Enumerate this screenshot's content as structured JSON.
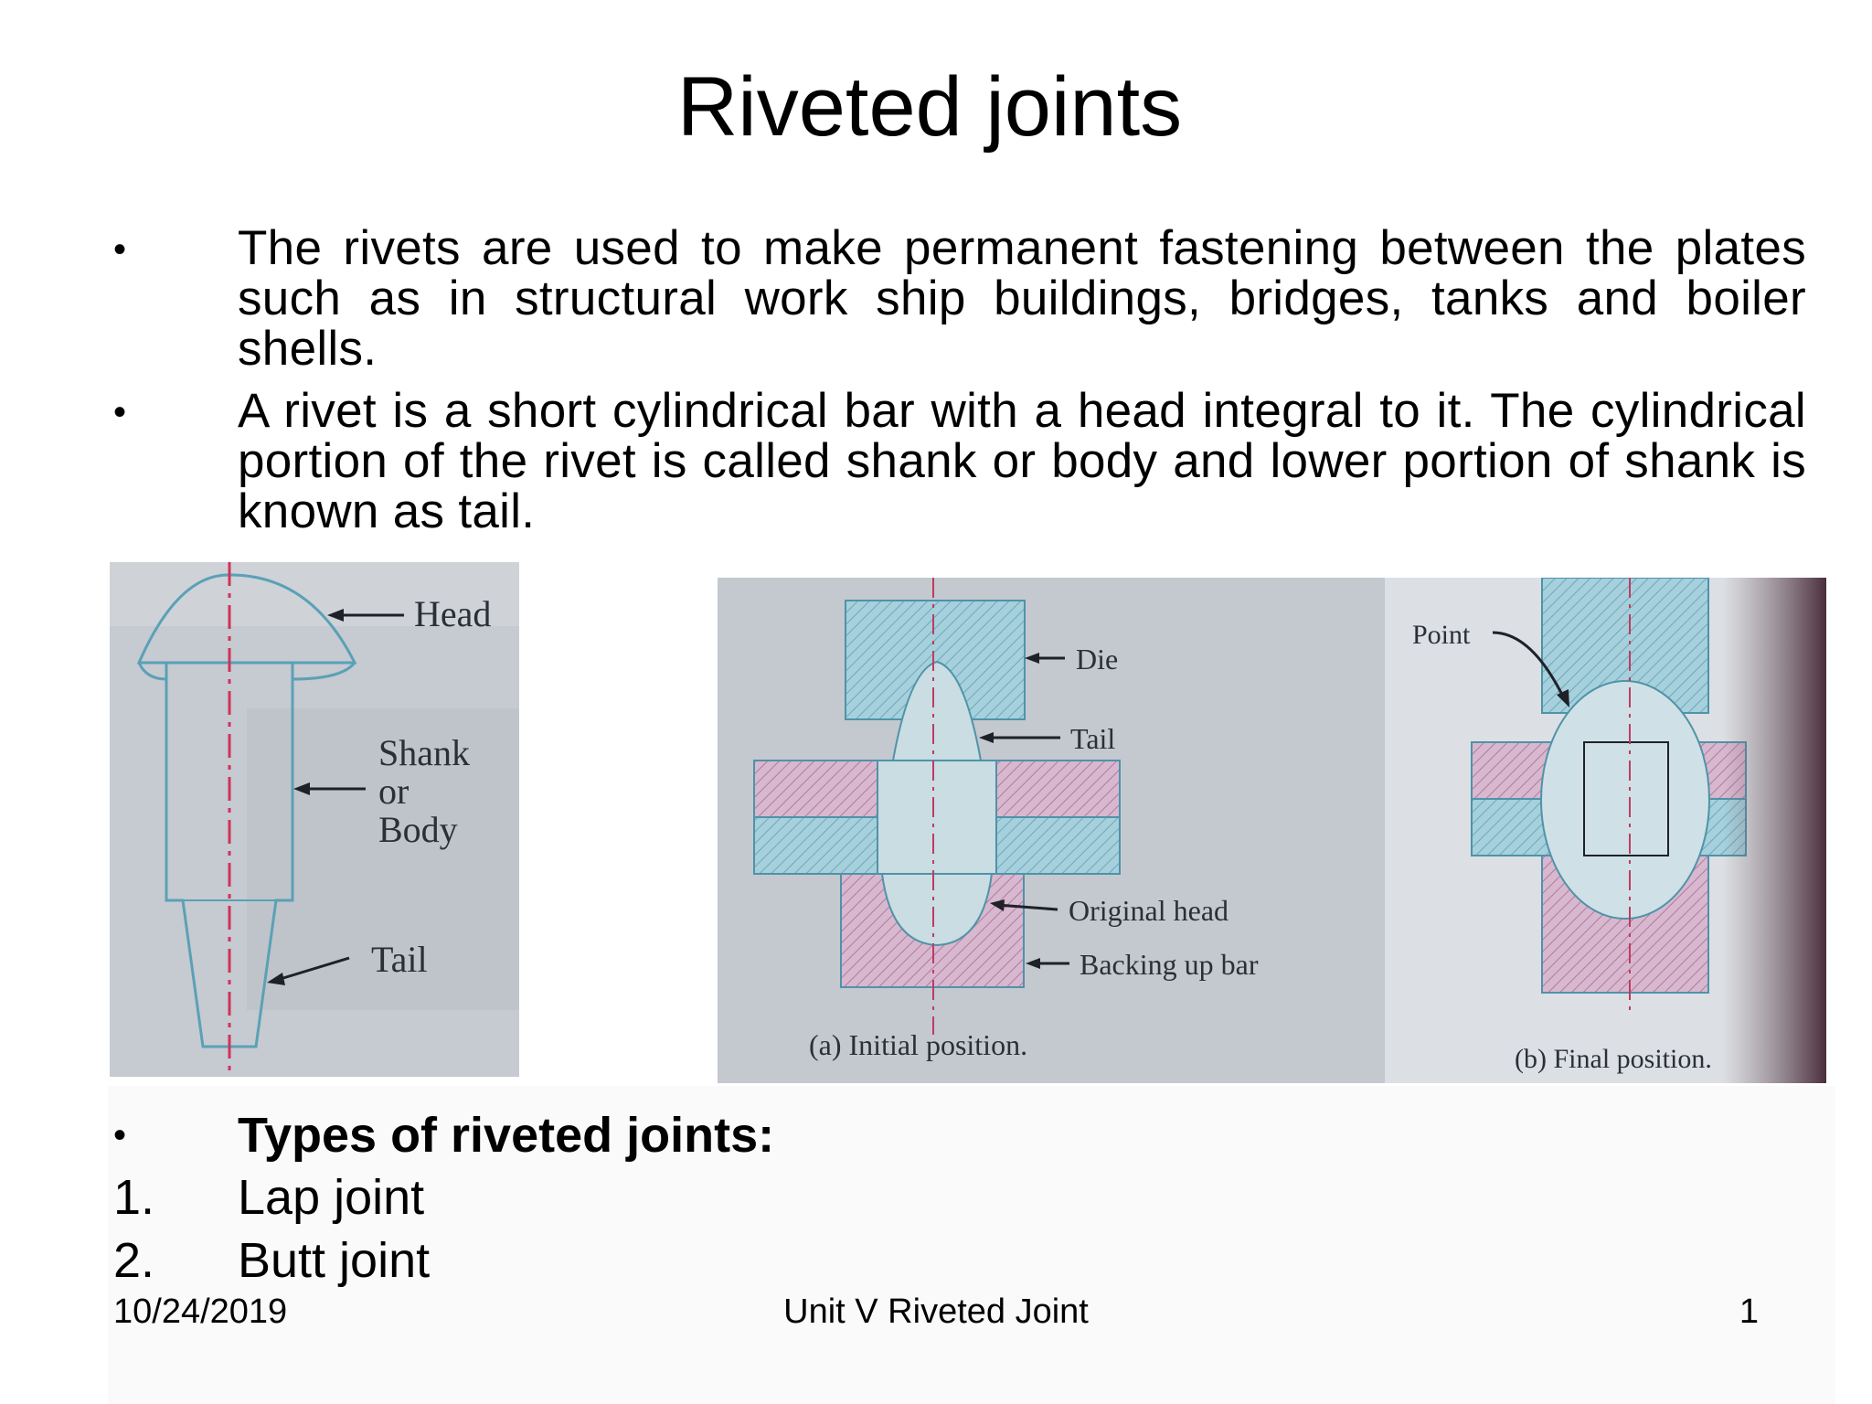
{
  "slide": {
    "title": "Riveted joints",
    "bullets": [
      "The rivets are used to make permanent fastening between the plates such as in structural work ship buildings, bridges, tanks and boiler shells.",
      "A rivet is a short cylindrical bar with a head integral to it. The cylindrical portion of the rivet is called shank or body and lower portion of shank is known as tail."
    ],
    "bullet_glyph": "•",
    "types_heading": "Types of riveted joints:",
    "types": [
      {
        "number": "1.",
        "label": "Lap joint"
      },
      {
        "number": "2.",
        "label": "Butt joint"
      }
    ]
  },
  "figure_rivet": {
    "labels": {
      "head": "Head",
      "shank_1": "Shank",
      "shank_2": "or",
      "shank_3": "Body",
      "tail": "Tail"
    }
  },
  "figure_riveting": {
    "labels": {
      "die": "Die",
      "tail": "Tail",
      "original_head": "Original head",
      "backing_up_bar": "Backing up bar",
      "caption_a": "(a) Initial position.",
      "point": "Point",
      "caption_b": "(b) Final position."
    }
  },
  "footer": {
    "date": "10/24/2019",
    "center": "Unit V Riveted Joint",
    "page": "1"
  },
  "colors": {
    "text": "#000000",
    "figure_background": "#c9cdd3",
    "steel_blue": "#8fc4d4",
    "steel_pink": "#c9a4c0",
    "centerline": "#d0325a"
  },
  "icons": {
    "bullet": "bullet-dot"
  }
}
